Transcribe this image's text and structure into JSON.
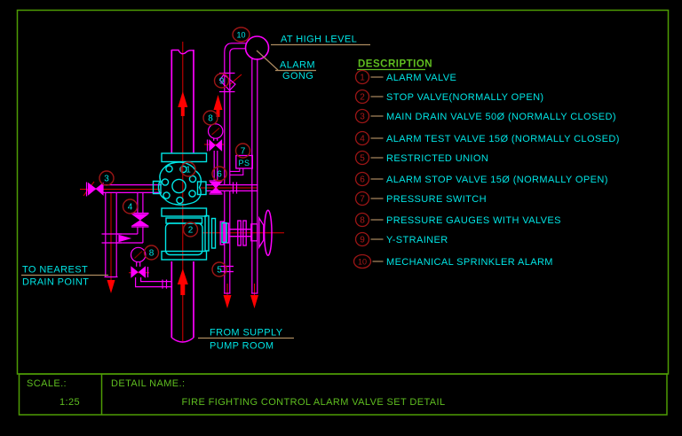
{
  "drawing": {
    "labels": {
      "at_high_level": "AT HIGH LEVEL",
      "alarm_gong_line1": "ALARM",
      "alarm_gong_line2": "GONG",
      "to_nearest_line1": "TO NEAREST",
      "to_nearest_line2": "DRAIN POINT",
      "from_supply_line1": "FROM SUPPLY",
      "from_supply_line2": "PUMP ROOM",
      "pressure_switch_tag": "PS"
    }
  },
  "legend": {
    "title": "DESCRIPTION",
    "items": [
      {
        "num": "1",
        "label": "ALARM VALVE"
      },
      {
        "num": "2",
        "label": "STOP VALVE(NORMALLY OPEN)"
      },
      {
        "num": "3",
        "label": "MAIN DRAIN VALVE 50Ø (NORMALLY CLOSED)"
      },
      {
        "num": "4",
        "label": "ALARM TEST VALVE 15Ø (NORMALLY CLOSED)"
      },
      {
        "num": "5",
        "label": "RESTRICTED UNION"
      },
      {
        "num": "6",
        "label": "ALARM STOP VALVE 15Ø (NORMALLY OPEN)"
      },
      {
        "num": "7",
        "label": "PRESSURE SWITCH"
      },
      {
        "num": "8",
        "label": "PRESSURE GAUGES WITH VALVES"
      },
      {
        "num": "9",
        "label": "Y-STRAINER"
      },
      {
        "num": "10",
        "label": "MECHANICAL SPRINKLER ALARM"
      }
    ]
  },
  "title_block": {
    "scale_label": "SCALE.:",
    "scale_value": "1:25",
    "detail_label": "DETAIL NAME.:",
    "detail_value": "FIRE FIGHTING CONTROL ALARM VALVE SET DETAIL"
  },
  "colors": {
    "background": "#000000",
    "pipe_magenta": "#ff00ff",
    "equipment_cyan": "#00e5e5",
    "flow_red": "#ff0000",
    "centerline_red": "#de0000",
    "balloon_dark_red": "#9c1616",
    "border_green": "#4e9c04",
    "text_green": "#5fbe20",
    "leader_tan": "#ad8b60",
    "needle_dark_red": "#8b0000"
  }
}
